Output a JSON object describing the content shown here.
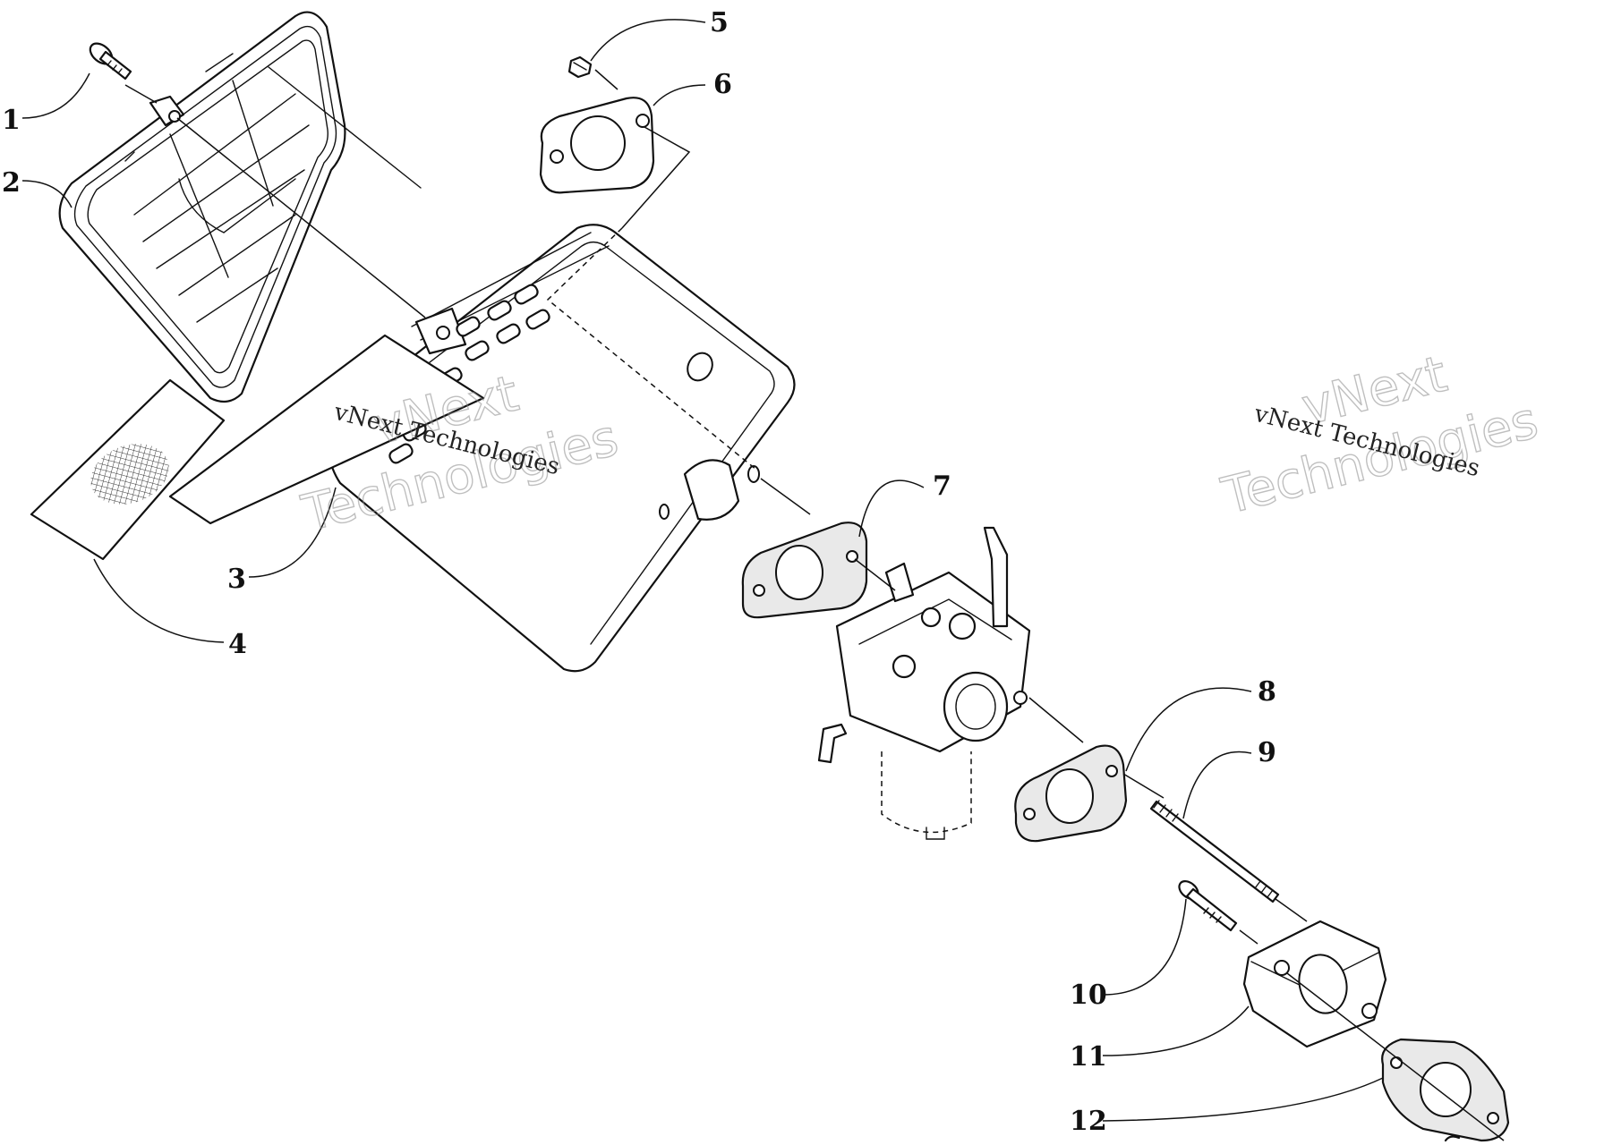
{
  "diagram": {
    "callouts": [
      "1",
      "2",
      "3",
      "4",
      "5",
      "6",
      "7",
      "8",
      "9",
      "10",
      "11",
      "12"
    ]
  },
  "watermarks": [
    {
      "big_line1": "vNext",
      "big_line2": "Technologies",
      "small": "vNext Technologies"
    },
    {
      "big_line1": "vNext",
      "big_line2": "Technologies",
      "small": "vNext Technologies"
    }
  ],
  "colors": {
    "line": "#111111",
    "background": "#ffffff",
    "watermark": "#8c8c8c"
  }
}
